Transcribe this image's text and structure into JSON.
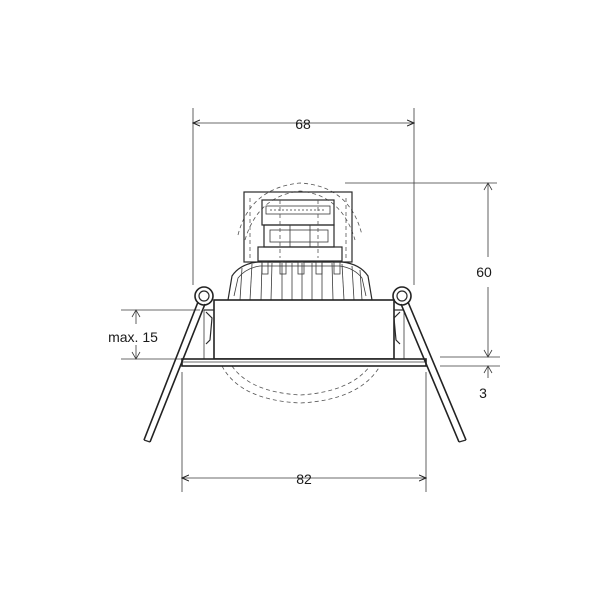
{
  "dimensions": {
    "top_width": "68",
    "height": "60",
    "offset": "3",
    "max_depth": "max. 15",
    "bottom_width": "82"
  },
  "colors": {
    "line": "#2a2a2a",
    "background": "#ffffff"
  }
}
